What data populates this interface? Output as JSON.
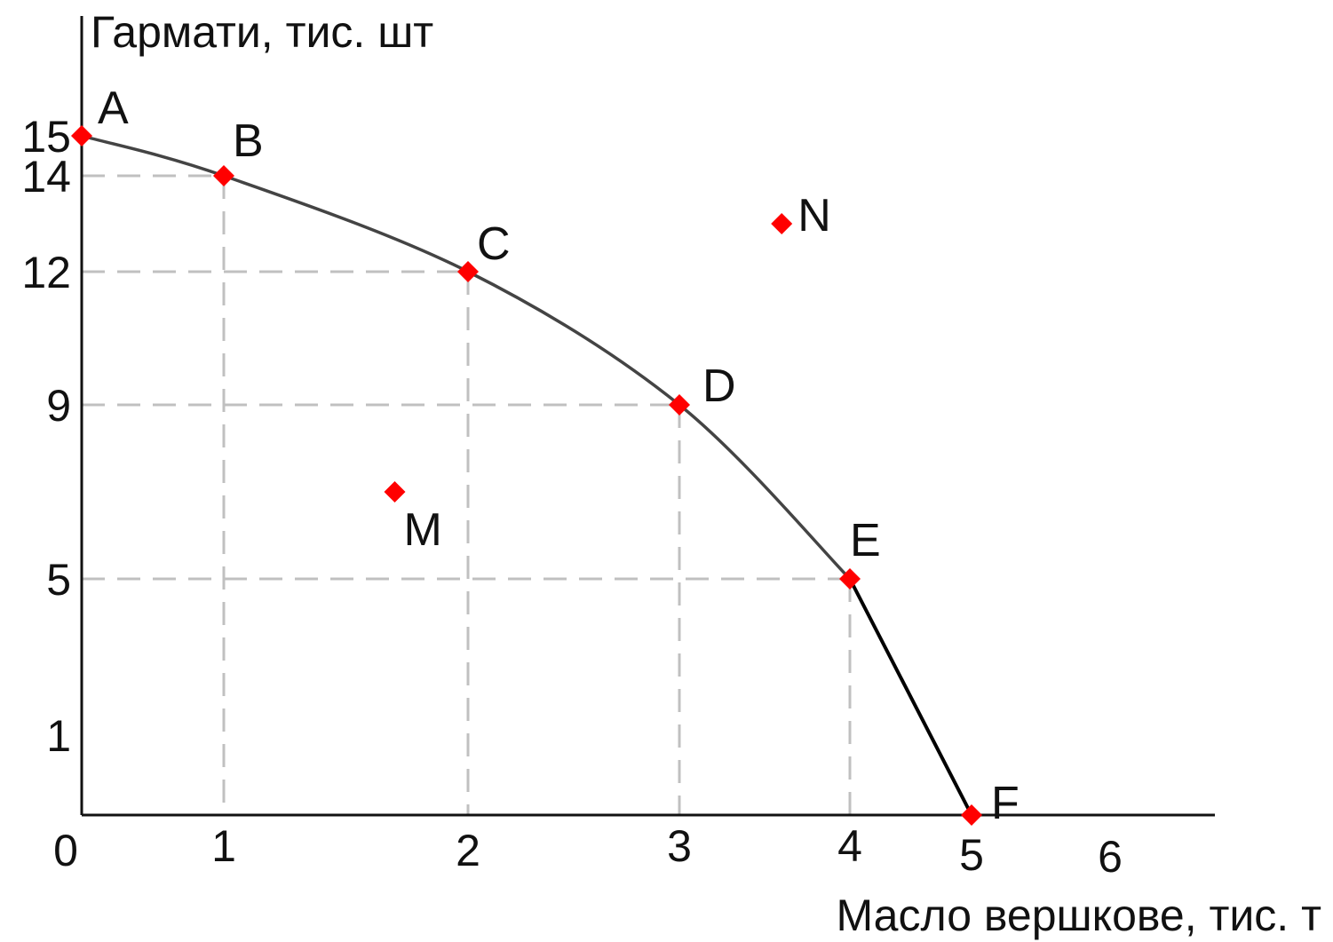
{
  "chart_data": {
    "type": "scatter",
    "ylabel": "Гармати, тис. шт",
    "xlabel": "Масло вершкове, тис. т",
    "x_ticks": [
      "0",
      "1",
      "2",
      "3",
      "4",
      "5",
      "6"
    ],
    "y_ticks": [
      "15",
      "14",
      "12",
      "9",
      "5",
      "1"
    ],
    "xlim": [
      0,
      6.5
    ],
    "ylim": [
      0,
      17
    ],
    "grid": "dashed guide lines from frontier points to axes",
    "marker_color": "#ff0000",
    "curve_color": "#444444",
    "frontier": [
      {
        "label": "A",
        "x": 0,
        "y": 15
      },
      {
        "label": "B",
        "x": 1,
        "y": 14
      },
      {
        "label": "C",
        "x": 2,
        "y": 12
      },
      {
        "label": "D",
        "x": 3,
        "y": 9
      },
      {
        "label": "E",
        "x": 4,
        "y": 5
      },
      {
        "label": "F",
        "x": 5,
        "y": 0
      }
    ],
    "other_points": [
      {
        "label": "M",
        "x": 1.7,
        "y": 7
      },
      {
        "label": "N",
        "x": 3.6,
        "y": 13
      }
    ]
  }
}
